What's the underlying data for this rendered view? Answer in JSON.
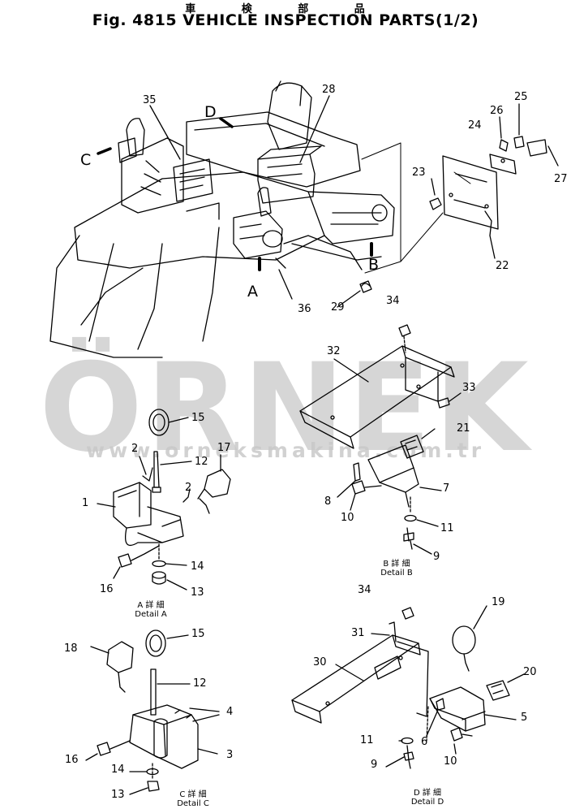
{
  "title": {
    "japanese": "車 検 部 品",
    "english": "Fig. 4815 VEHICLE INSPECTION PARTS(1/2)"
  },
  "watermark": {
    "text": "ÖRNEK",
    "url": "www.orneksmakina.com.tr",
    "color": "#c9c9c9",
    "accent": "#f2c36b"
  },
  "view_markers": [
    "A",
    "B",
    "C",
    "D"
  ],
  "callouts": {
    "main": [
      "35",
      "28",
      "24",
      "25",
      "26",
      "27",
      "23",
      "22",
      "36",
      "29"
    ],
    "detail_a": [
      "15",
      "2",
      "12",
      "17",
      "2",
      "1",
      "14",
      "13",
      "16"
    ],
    "detail_b": [
      "34",
      "32",
      "33",
      "21",
      "8",
      "7",
      "10",
      "11",
      "9"
    ],
    "detail_c": [
      "15",
      "18",
      "12",
      "4",
      "3",
      "16",
      "14",
      "13"
    ],
    "detail_d": [
      "34",
      "19",
      "31",
      "30",
      "20",
      "5",
      "11",
      "6",
      "10",
      "9"
    ]
  },
  "details": {
    "a": {
      "jp": "A 詳 細",
      "en": "Detail A"
    },
    "b": {
      "jp": "B 詳 細",
      "en": "Detail B"
    },
    "c": {
      "jp": "C 詳 細",
      "en": "Detail C"
    },
    "d": {
      "jp": "D 詳 細",
      "en": "Detail D"
    }
  }
}
